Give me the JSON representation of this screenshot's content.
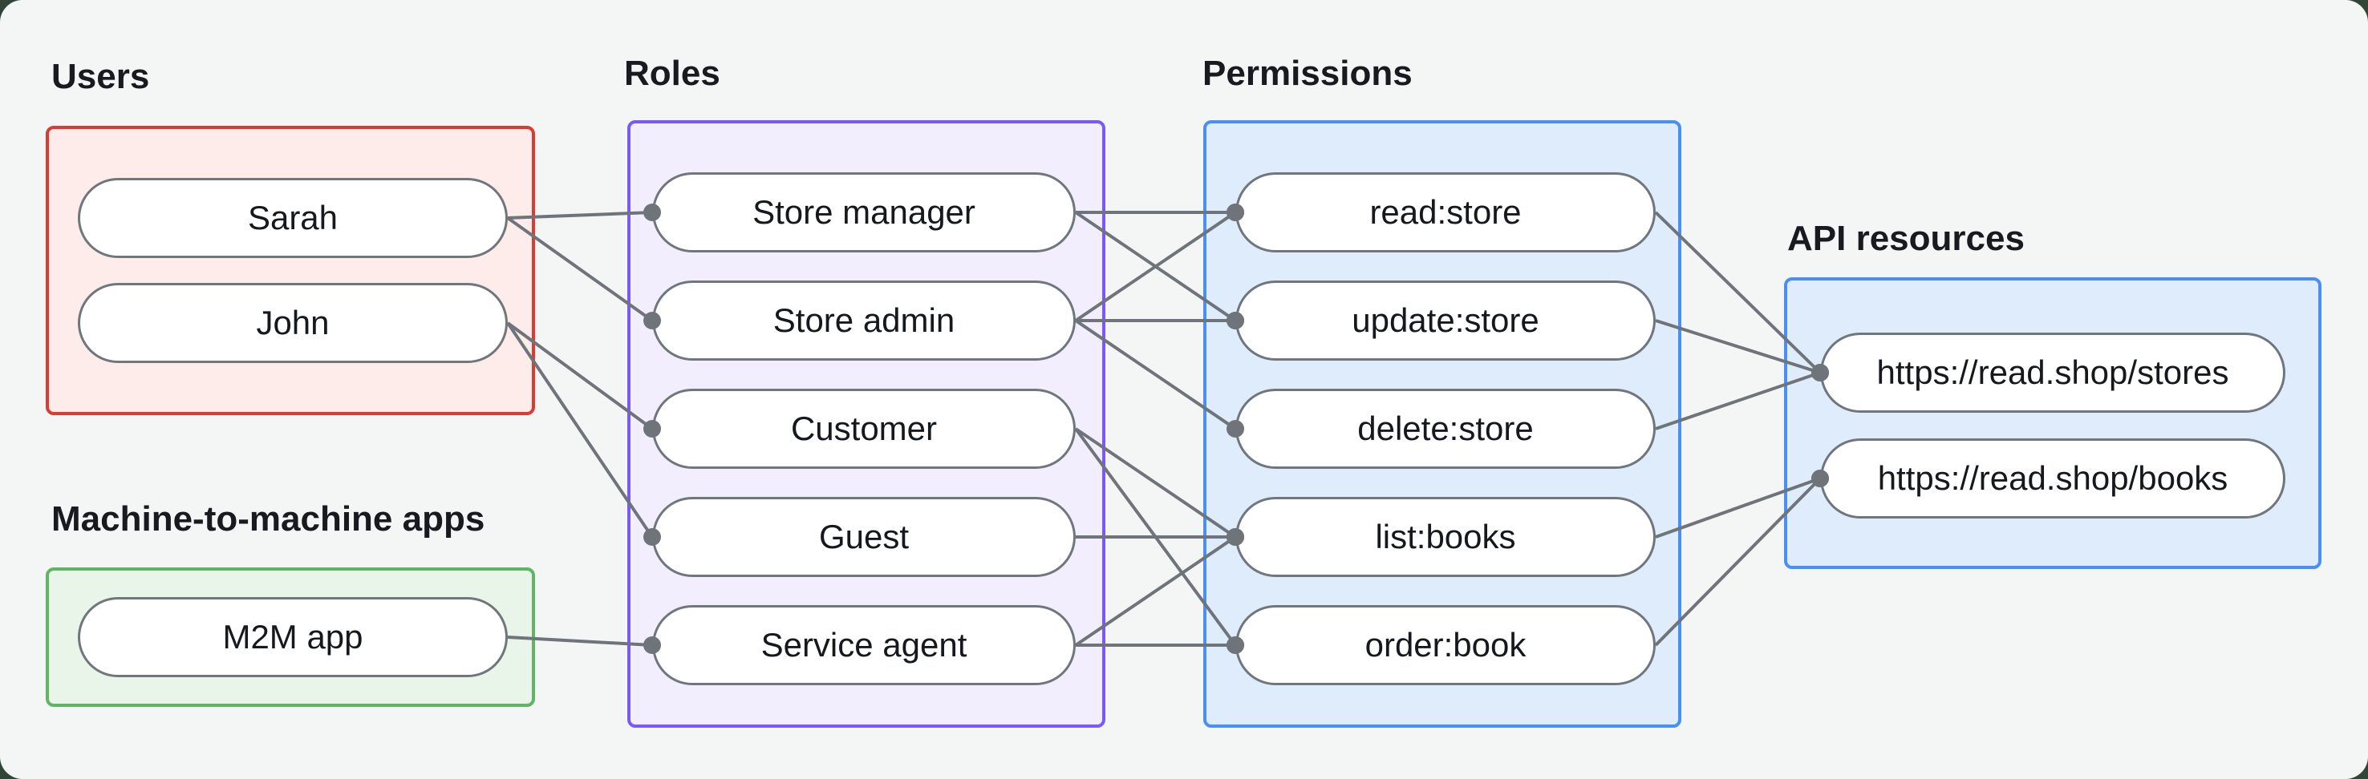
{
  "canvas": {
    "background_color": "#2f4639",
    "surface_color": "#f4f6f5"
  },
  "connector": {
    "color": "#6e747a",
    "width": 4,
    "dot_radius": 11
  },
  "node_style": {
    "border_color": "#6f767c",
    "fill_color": "#ffffff",
    "text_color": "#15181c"
  },
  "groups": {
    "users": {
      "label": "Users",
      "border": "#dc3b31",
      "fill": "#fdecea"
    },
    "m2m": {
      "label": "Machine-to-machine apps",
      "border": "#5fb563",
      "fill": "#e9f5e9"
    },
    "roles": {
      "label": "Roles",
      "border": "#7a59f5",
      "fill": "#f3eefe"
    },
    "permissions": {
      "label": "Permissions",
      "border": "#4a8ff5",
      "fill": "#dfecfc"
    },
    "api": {
      "label": "API resources",
      "border": "#4a8ff5",
      "fill": "#dfecfc"
    }
  },
  "nodes": {
    "sarah": {
      "label": "Sarah"
    },
    "john": {
      "label": "John"
    },
    "m2m_app": {
      "label": "M2M app"
    },
    "store_manager": {
      "label": "Store manager"
    },
    "store_admin": {
      "label": "Store admin"
    },
    "customer": {
      "label": "Customer"
    },
    "guest": {
      "label": "Guest"
    },
    "service_agent": {
      "label": "Service agent"
    },
    "read_store": {
      "label": "read:store"
    },
    "update_store": {
      "label": "update:store"
    },
    "delete_store": {
      "label": "delete:store"
    },
    "list_books": {
      "label": "list:books"
    },
    "order_book": {
      "label": "order:book"
    },
    "stores": {
      "label": "https://read.shop/stores"
    },
    "books": {
      "label": "https://read.shop/books"
    }
  },
  "edges": [
    {
      "from": "sarah",
      "to": "store_manager"
    },
    {
      "from": "sarah",
      "to": "store_admin"
    },
    {
      "from": "john",
      "to": "customer"
    },
    {
      "from": "john",
      "to": "guest"
    },
    {
      "from": "m2m_app",
      "to": "service_agent"
    },
    {
      "from": "store_manager",
      "to": "read_store"
    },
    {
      "from": "store_manager",
      "to": "update_store"
    },
    {
      "from": "store_admin",
      "to": "read_store"
    },
    {
      "from": "store_admin",
      "to": "update_store"
    },
    {
      "from": "store_admin",
      "to": "delete_store"
    },
    {
      "from": "customer",
      "to": "list_books"
    },
    {
      "from": "customer",
      "to": "order_book"
    },
    {
      "from": "guest",
      "to": "list_books"
    },
    {
      "from": "service_agent",
      "to": "list_books"
    },
    {
      "from": "service_agent",
      "to": "order_book"
    },
    {
      "from": "read_store",
      "to": "stores"
    },
    {
      "from": "update_store",
      "to": "stores"
    },
    {
      "from": "delete_store",
      "to": "stores"
    },
    {
      "from": "list_books",
      "to": "books"
    },
    {
      "from": "order_book",
      "to": "books"
    }
  ]
}
